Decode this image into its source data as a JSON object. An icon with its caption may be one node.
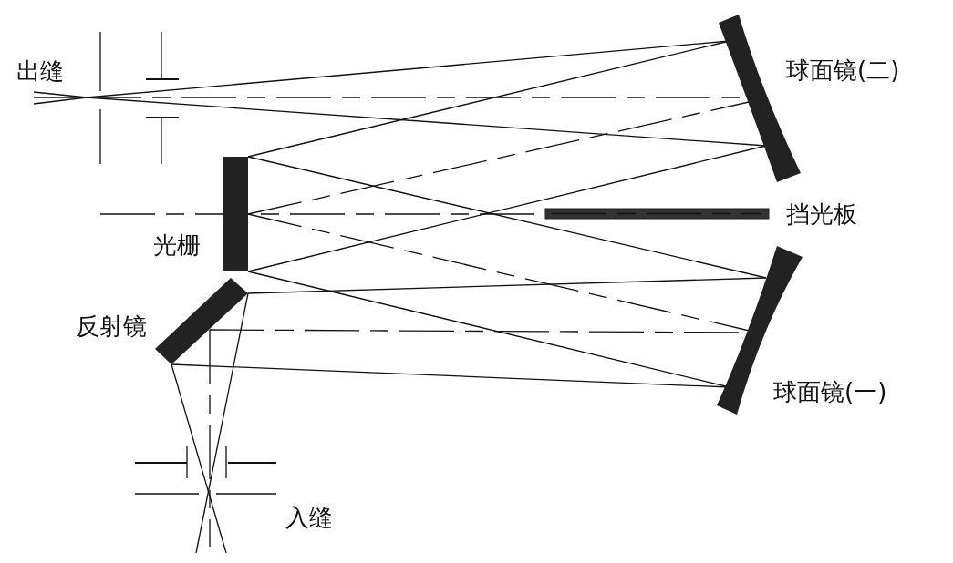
{
  "diagram": {
    "labels": [
      "出缝",
      "球面镜(二)",
      "挡光板",
      "光栅",
      "反射镜",
      "球面镜(一)",
      "入缝"
    ]
  }
}
